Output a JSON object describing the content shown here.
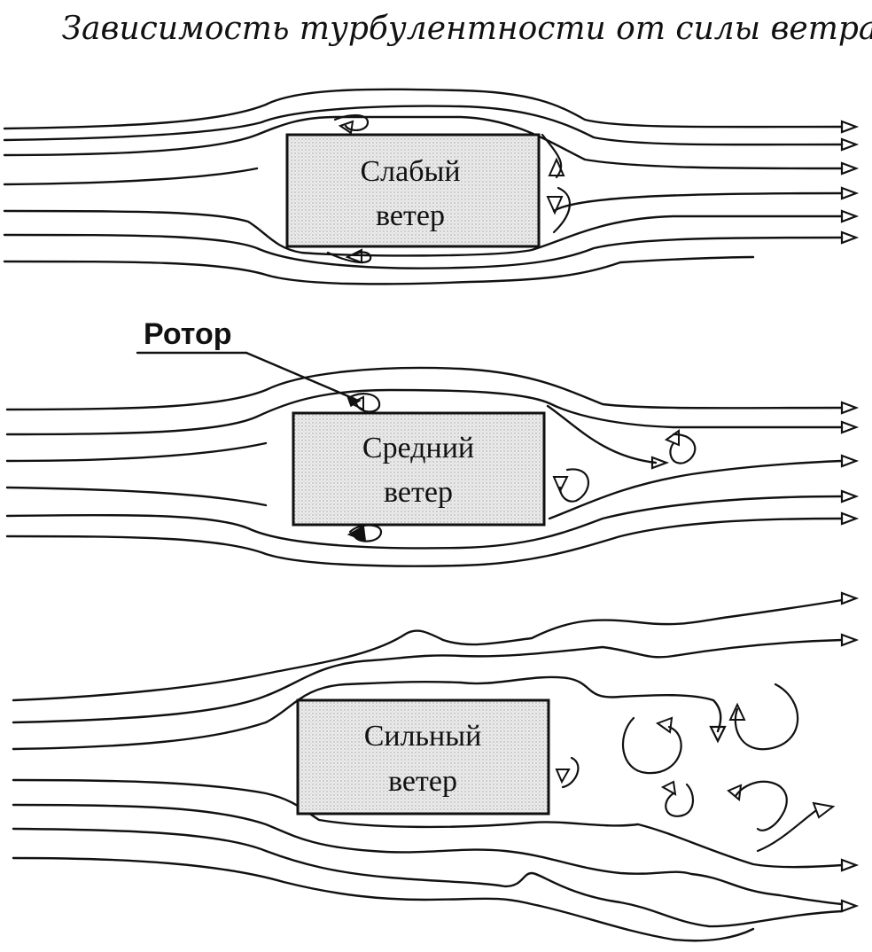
{
  "title": "Зависимость турбулентности от силы ветра",
  "panels": [
    {
      "label_line1": "Слабый",
      "label_line2": "ветер"
    },
    {
      "label_line1": "Средний",
      "label_line2": "ветер"
    },
    {
      "label_line1": "Сильный",
      "label_line2": "ветер"
    }
  ],
  "rotor_label": "Ротор",
  "colors": {
    "ink": "#111111",
    "box_fill": "#e6e6e6",
    "background": "#ffffff"
  }
}
